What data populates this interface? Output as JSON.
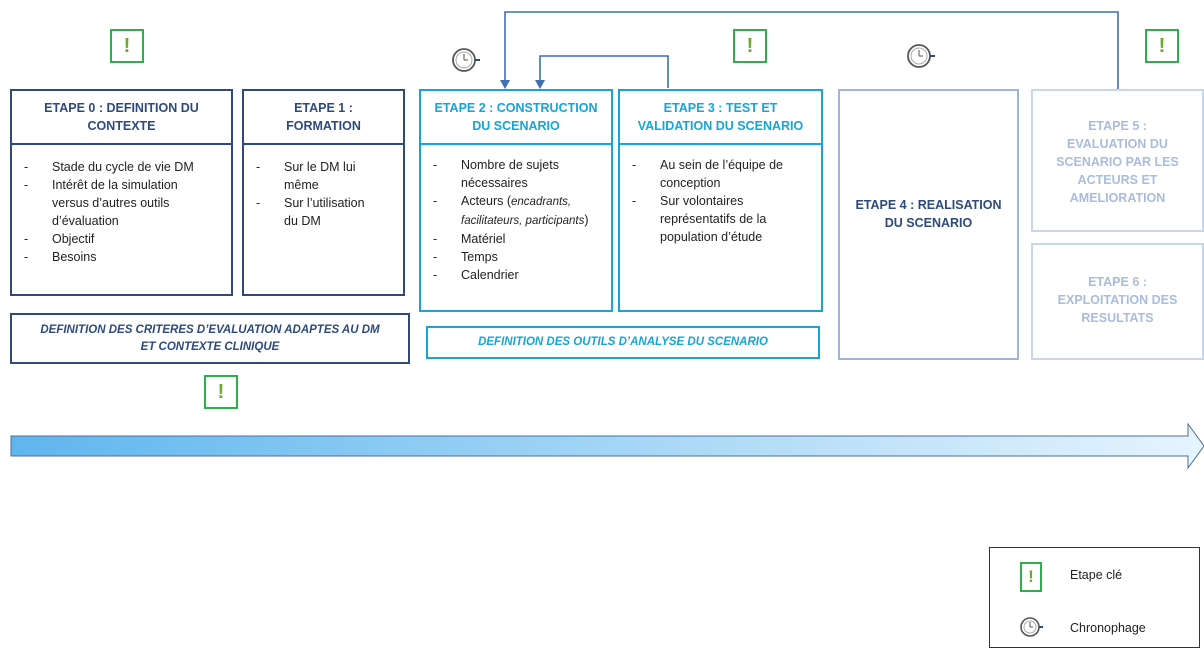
{
  "steps": {
    "s0": {
      "title": [
        "ETAPE 0 : DEFINITION DU",
        "CONTEXTE"
      ],
      "items": [
        "Stade du cycle de vie DM",
        "Intérêt de la simulation versus d’autres outils d’évaluation",
        "Objectif",
        "Besoins"
      ]
    },
    "s1": {
      "title": [
        "ETAPE 1 :",
        "FORMATION"
      ],
      "items": [
        "Sur le DM lui même",
        "Sur l’utilisation du DM"
      ]
    },
    "s2": {
      "title": [
        "ETAPE 2 : CONSTRUCTION",
        "DU SCENARIO"
      ],
      "items": [
        "Nombre de sujets nécessaires",
        "Acteurs (",
        "encadrants, facilitateurs, participants",
        ")",
        "Matériel",
        "Temps",
        "Calendrier"
      ]
    },
    "s3": {
      "title": [
        "ETAPE 3 : TEST ET",
        "VALIDATION DU SCENARIO"
      ],
      "items": [
        "Au sein de l’équipe de conception",
        "Sur volontaires représentatifs de la population d’étude"
      ]
    },
    "s4": {
      "title": [
        "ETAPE 4 : REALISATION",
        "DU SCENARIO"
      ]
    },
    "s5": {
      "title": [
        "ETAPE 5 :",
        "EVALUATION DU",
        "SCENARIO PAR LES",
        "ACTEURS ET",
        "AMELIORATION"
      ]
    },
    "s6": {
      "title": [
        "ETAPE 6 :",
        "EXPLOITATION DES",
        "RESULTATS"
      ]
    }
  },
  "bands": {
    "criteria": [
      "DEFINITION DES CRITERES D’EVALUATION ADAPTES AU DM",
      "ET CONTEXTE CLINIQUE"
    ],
    "tools": "DEFINITION DES OUTILS D’ANALYSE DU SCENARIO"
  },
  "key_symbol": "!",
  "legend": {
    "key_step": "Etape clé",
    "time_consuming": "Chronophage"
  },
  "icons": {
    "key_step": "exclamation-icon",
    "time_consuming": "clock-icon"
  },
  "colors": {
    "dark_blue": "#2e4a7d",
    "cyan": "#17a4d6",
    "steel": "#9fb4d8",
    "pale": "#c7d6ec",
    "green": "#2db04b"
  }
}
